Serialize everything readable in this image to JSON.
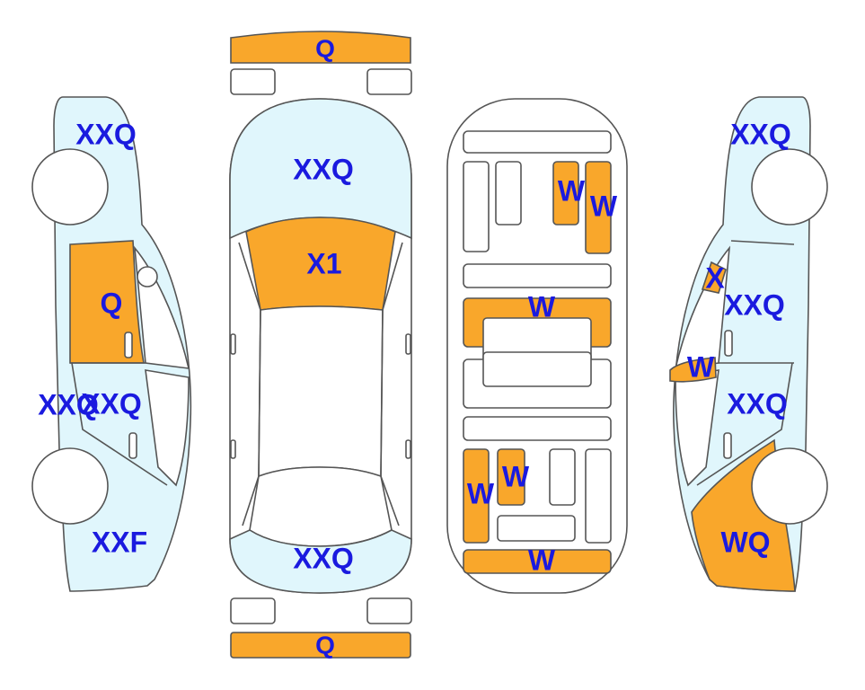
{
  "colors": {
    "base": "#e0f6fc",
    "damaged": "#f9a72b",
    "outline": "#555555",
    "label": "#1a1adf",
    "plain": "#ffffff"
  },
  "labels": {
    "front_bumper": "Q",
    "rear_bumper": "Q",
    "hood": "XXQ",
    "windshield": "X1",
    "trunk": "XXQ",
    "left_front_fender": "XXQ",
    "left_front_door": "Q",
    "left_rocker": "XXQ",
    "left_rear_door": "XXQ",
    "left_rear_quarter": "XXF",
    "right_front_fender": "XXQ",
    "right_pillar": "X",
    "right_front_door": "XXQ",
    "right_mirror": "W",
    "right_rear_door": "XXQ",
    "right_rear_quarter": "WQ",
    "under_front_left": "W",
    "under_front_right": "W",
    "under_center": "W",
    "under_rear_left_a": "W",
    "under_rear_left_b": "W",
    "under_rear": "W"
  }
}
